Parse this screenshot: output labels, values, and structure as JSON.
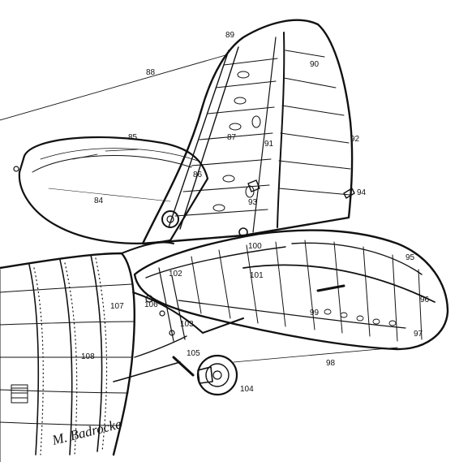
{
  "illustration": {
    "subject": "cutaway-tail-assembly",
    "signature": "M. Badrocke"
  },
  "callouts": [
    "84",
    "85",
    "86",
    "87",
    "88",
    "89",
    "90",
    "91",
    "92",
    "93",
    "94",
    "95",
    "96",
    "97",
    "98",
    "99",
    "100",
    "101",
    "102",
    "103",
    "104",
    "105",
    "106",
    "107",
    "108"
  ]
}
